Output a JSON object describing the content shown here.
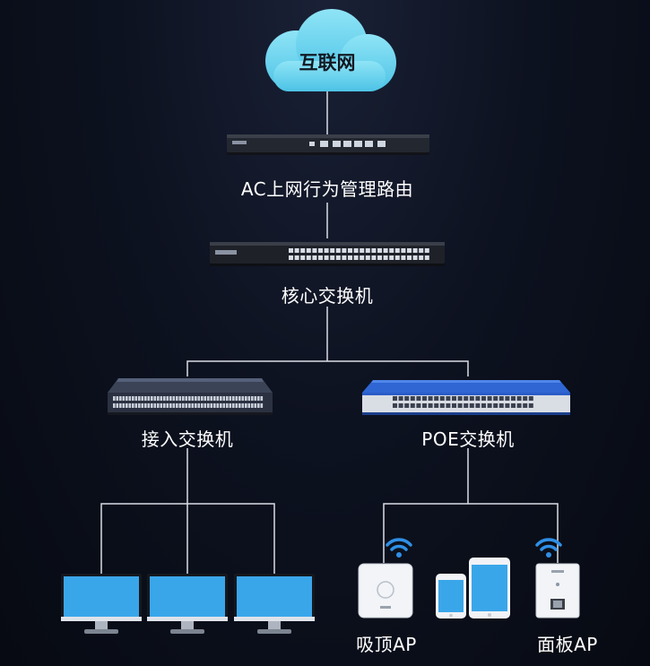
{
  "nodes": {
    "internet": "互联网",
    "router": "AC上网行为管理路由",
    "core_switch": "核心交换机",
    "access_switch": "接入交换机",
    "poe_switch": "POE交换机",
    "ceiling_ap": "吸顶AP",
    "panel_ap": "面板AP"
  },
  "colors": {
    "background": "#0b0f1a",
    "cloud": "#6fd6ee",
    "line": "#d8dde6",
    "screen": "#3aa6ea",
    "poe_switch_body": "#2a5cc8",
    "wifi": "#2f8fe6"
  }
}
